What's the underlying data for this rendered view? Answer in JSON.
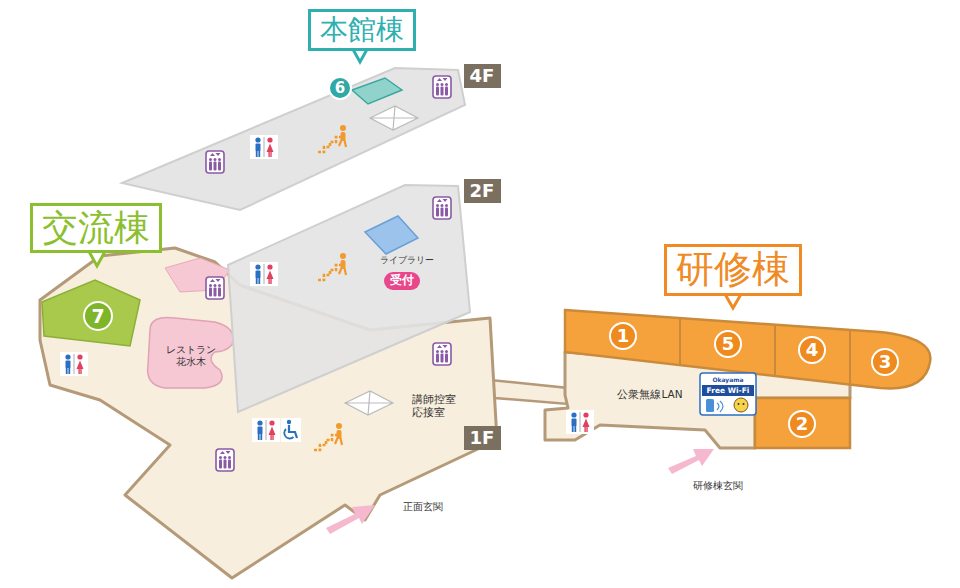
{
  "diagram": {
    "nodes": [
      {
        "text": [
          "本館棟"
        ]
      },
      {
        "text": [
          "4F"
        ]
      },
      {
        "text": [
          "6"
        ]
      },
      {
        "text": [
          "2F"
        ]
      },
      {
        "text": [
          "受付"
        ]
      },
      {
        "text": [
          "交流棟"
        ]
      },
      {
        "text": [
          "7"
        ]
      },
      {
        "text": [
          "研修棟"
        ]
      },
      {
        "text": [
          "1"
        ]
      },
      {
        "text": [
          "5"
        ]
      },
      {
        "text": [
          "4"
        ]
      },
      {
        "text": [
          "3"
        ]
      },
      {
        "text": [
          "1F"
        ]
      },
      {
        "text": [
          "2"
        ]
      }
    ],
    "labels": [
      "ライブラリー",
      "レストラン 花水木",
      "講師控室 応接室",
      "公衆無線LAN",
      "Okayama",
      "Free Wi-Fi",
      "正面玄関",
      "研修棟玄関"
    ]
  }
}
